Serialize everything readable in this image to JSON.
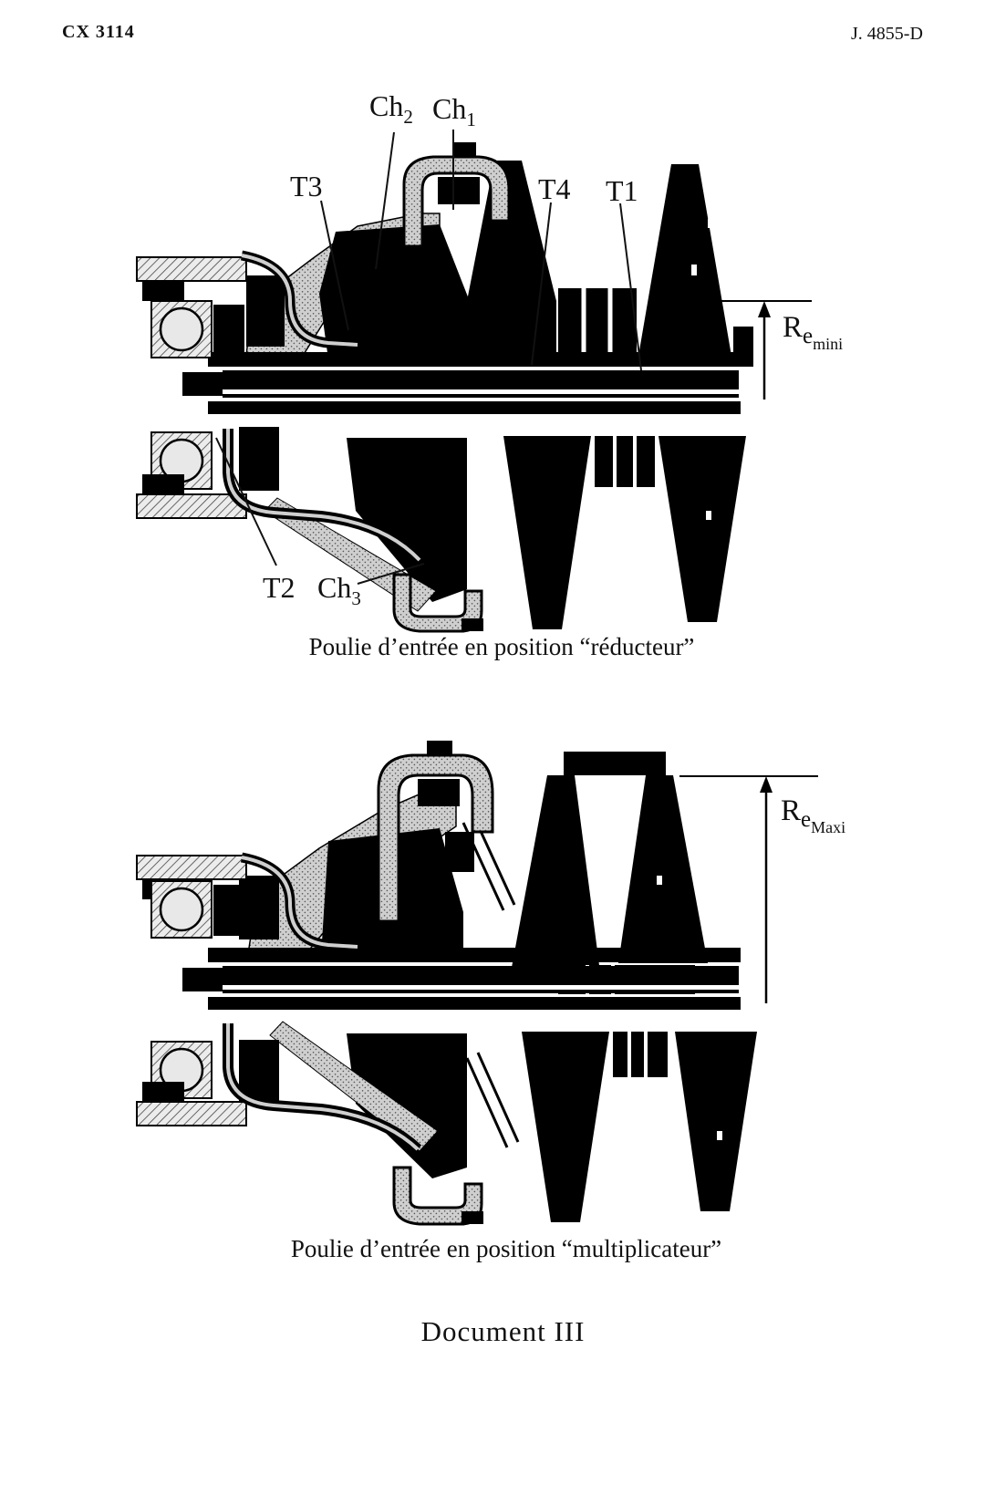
{
  "page": {
    "header_left": "CX 3114",
    "header_right": "J. 4855-D",
    "footer": "Document III"
  },
  "figure1": {
    "labels": {
      "ch2": {
        "main": "Ch",
        "sub": "2"
      },
      "ch1": {
        "main": "Ch",
        "sub": "1"
      },
      "t3": "T3",
      "t4": "T4",
      "t1": "T1",
      "t2": "T2",
      "ch3": {
        "main": "Ch",
        "sub": "3"
      },
      "re": {
        "main": "R",
        "e": "e",
        "sub": "mini"
      }
    },
    "caption": "Poulie d’entrée en position “réducteur”"
  },
  "figure2": {
    "labels": {
      "re": {
        "main": "R",
        "e": "e",
        "sub": "Maxi"
      }
    },
    "caption": "Poulie d’entrée en position “multiplicateur”"
  }
}
